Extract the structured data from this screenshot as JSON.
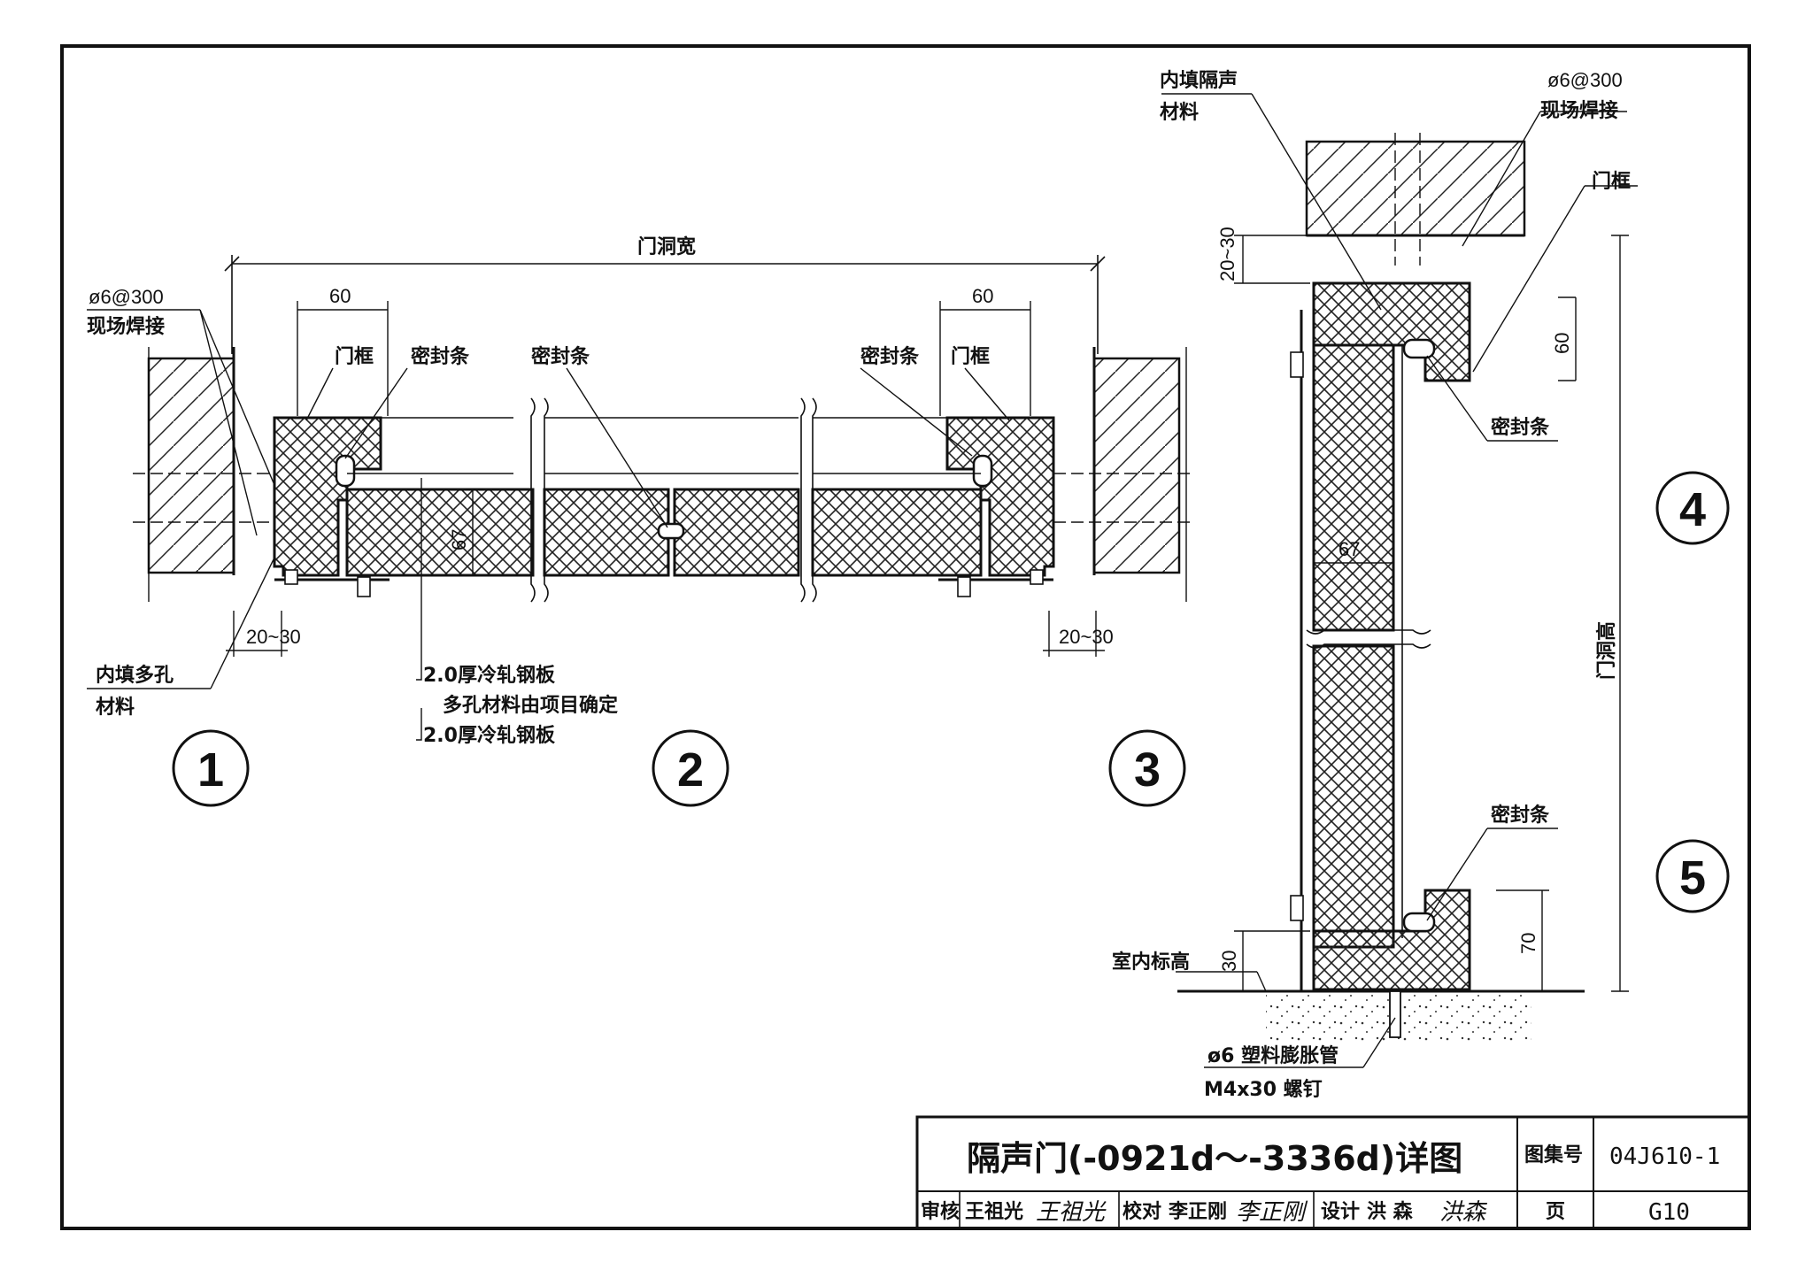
{
  "labels": {
    "door_opening_width": "门洞宽",
    "door_opening_height": "门洞高",
    "rebar_spec_left": "ø6@300",
    "field_weld_left": "现场焊接",
    "rebar_spec_right": "ø6@300",
    "field_weld_right": "现场焊接",
    "door_frame_left": "门框",
    "seal_strip_left": "密封条",
    "seal_strip_center": "密封条",
    "seal_strip_right": "密封条",
    "door_frame_right": "门框",
    "porous_fill_line1": "内填多孔",
    "porous_fill_line2": "材料",
    "note_steel_1": "2.0厚冷轧钢板",
    "note_porous": "多孔材料由项目确定",
    "note_steel_2": "2.0厚冷轧钢板",
    "acoustic_fill_line1": "内填隔声",
    "acoustic_fill_line2": "材料",
    "door_frame_section": "门框",
    "seal_strip_upper": "密封条",
    "seal_strip_lower": "密封条",
    "floor_level": "室内标高",
    "anchor_line1": "ø6 塑料膨胀管",
    "anchor_line2": "M4x30 螺钉"
  },
  "dimensions": {
    "frame_width_left": "60",
    "frame_width_right": "60",
    "door_thickness": "67",
    "gap_left": "20~30",
    "gap_right": "20~30",
    "top_gap": "20~30",
    "frame_depth_top": "60",
    "leaf_thickness_section": "67",
    "bottom_gap": "30",
    "bottom_frame": "70"
  },
  "detail_numbers": [
    "1",
    "2",
    "3",
    "4",
    "5"
  ],
  "title_block": {
    "title": "隔声门(-0921d～-3336d)详图",
    "atlas_label": "图集号",
    "atlas_no": "04J610-1",
    "review_label": "审核",
    "reviewer": "王祖光",
    "reviewer_sign": "王祖光",
    "check_label": "校对",
    "checker": "李正刚",
    "checker_sign": "李正刚",
    "design_label": "设计",
    "designer": "洪 森",
    "designer_sign": "洪森",
    "page_label": "页",
    "page_no": "G10"
  }
}
